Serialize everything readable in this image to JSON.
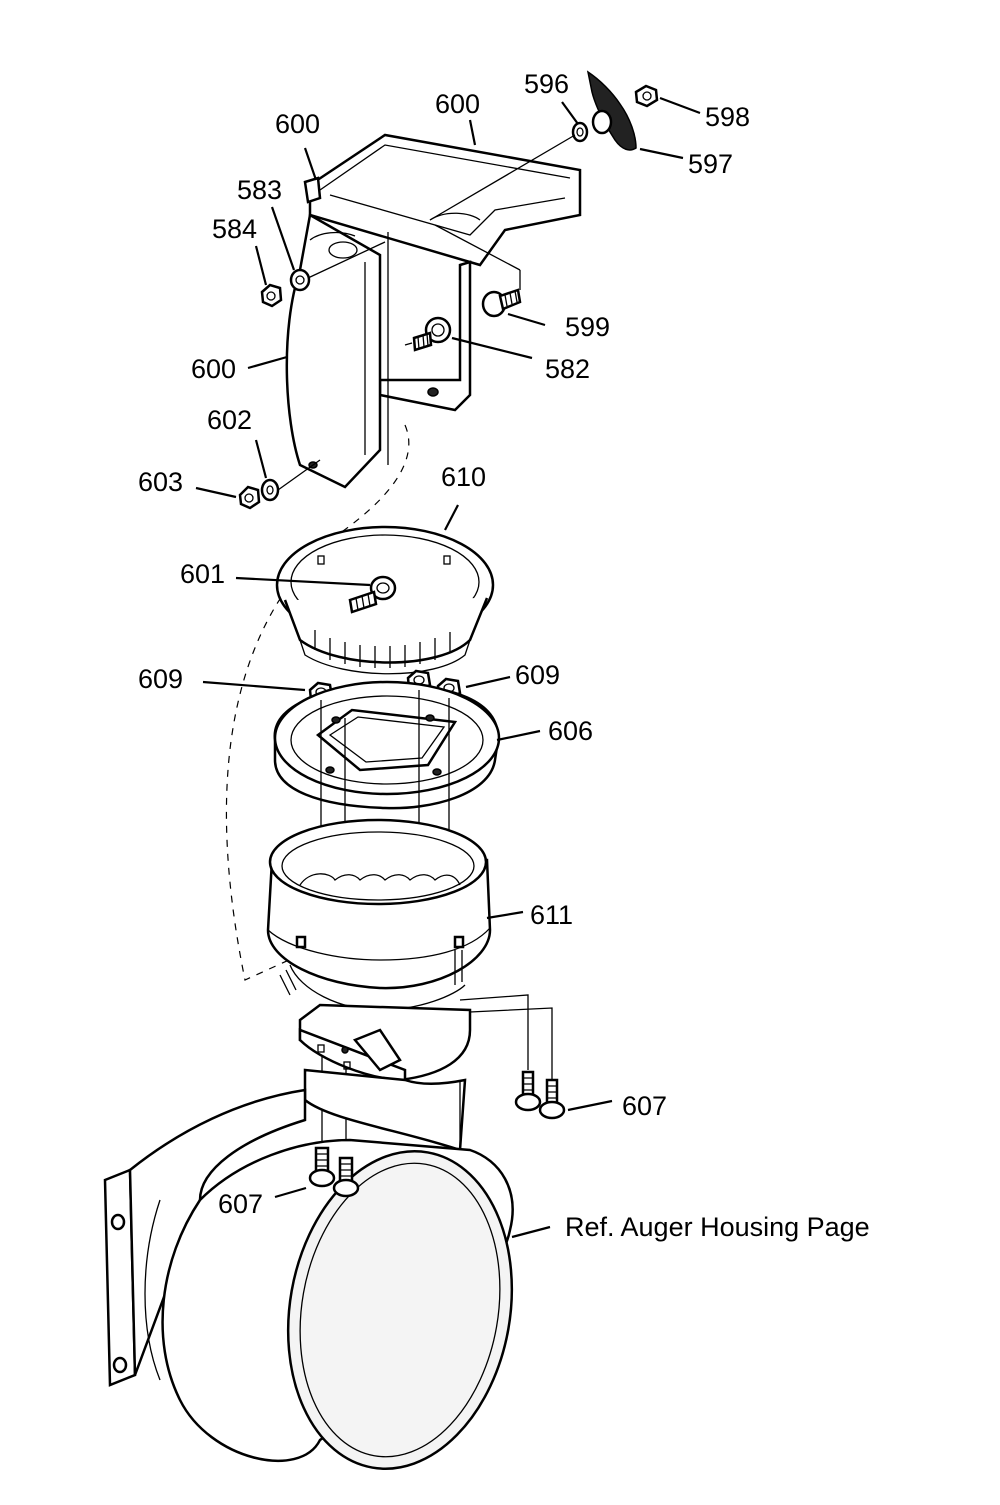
{
  "labels": {
    "l596": "596",
    "l598": "598",
    "l597": "597",
    "l600_top": "600",
    "l600_left": "600",
    "l600_side": "600",
    "l583": "583",
    "l584": "584",
    "l599": "599",
    "l582": "582",
    "l602": "602",
    "l603": "603",
    "l610": "610",
    "l601": "601",
    "l609_left": "609",
    "l609_right": "609",
    "l606": "606",
    "l611": "611",
    "l607_right": "607",
    "l607_left": "607",
    "ref_auger": "Ref. Auger Housing Page"
  }
}
